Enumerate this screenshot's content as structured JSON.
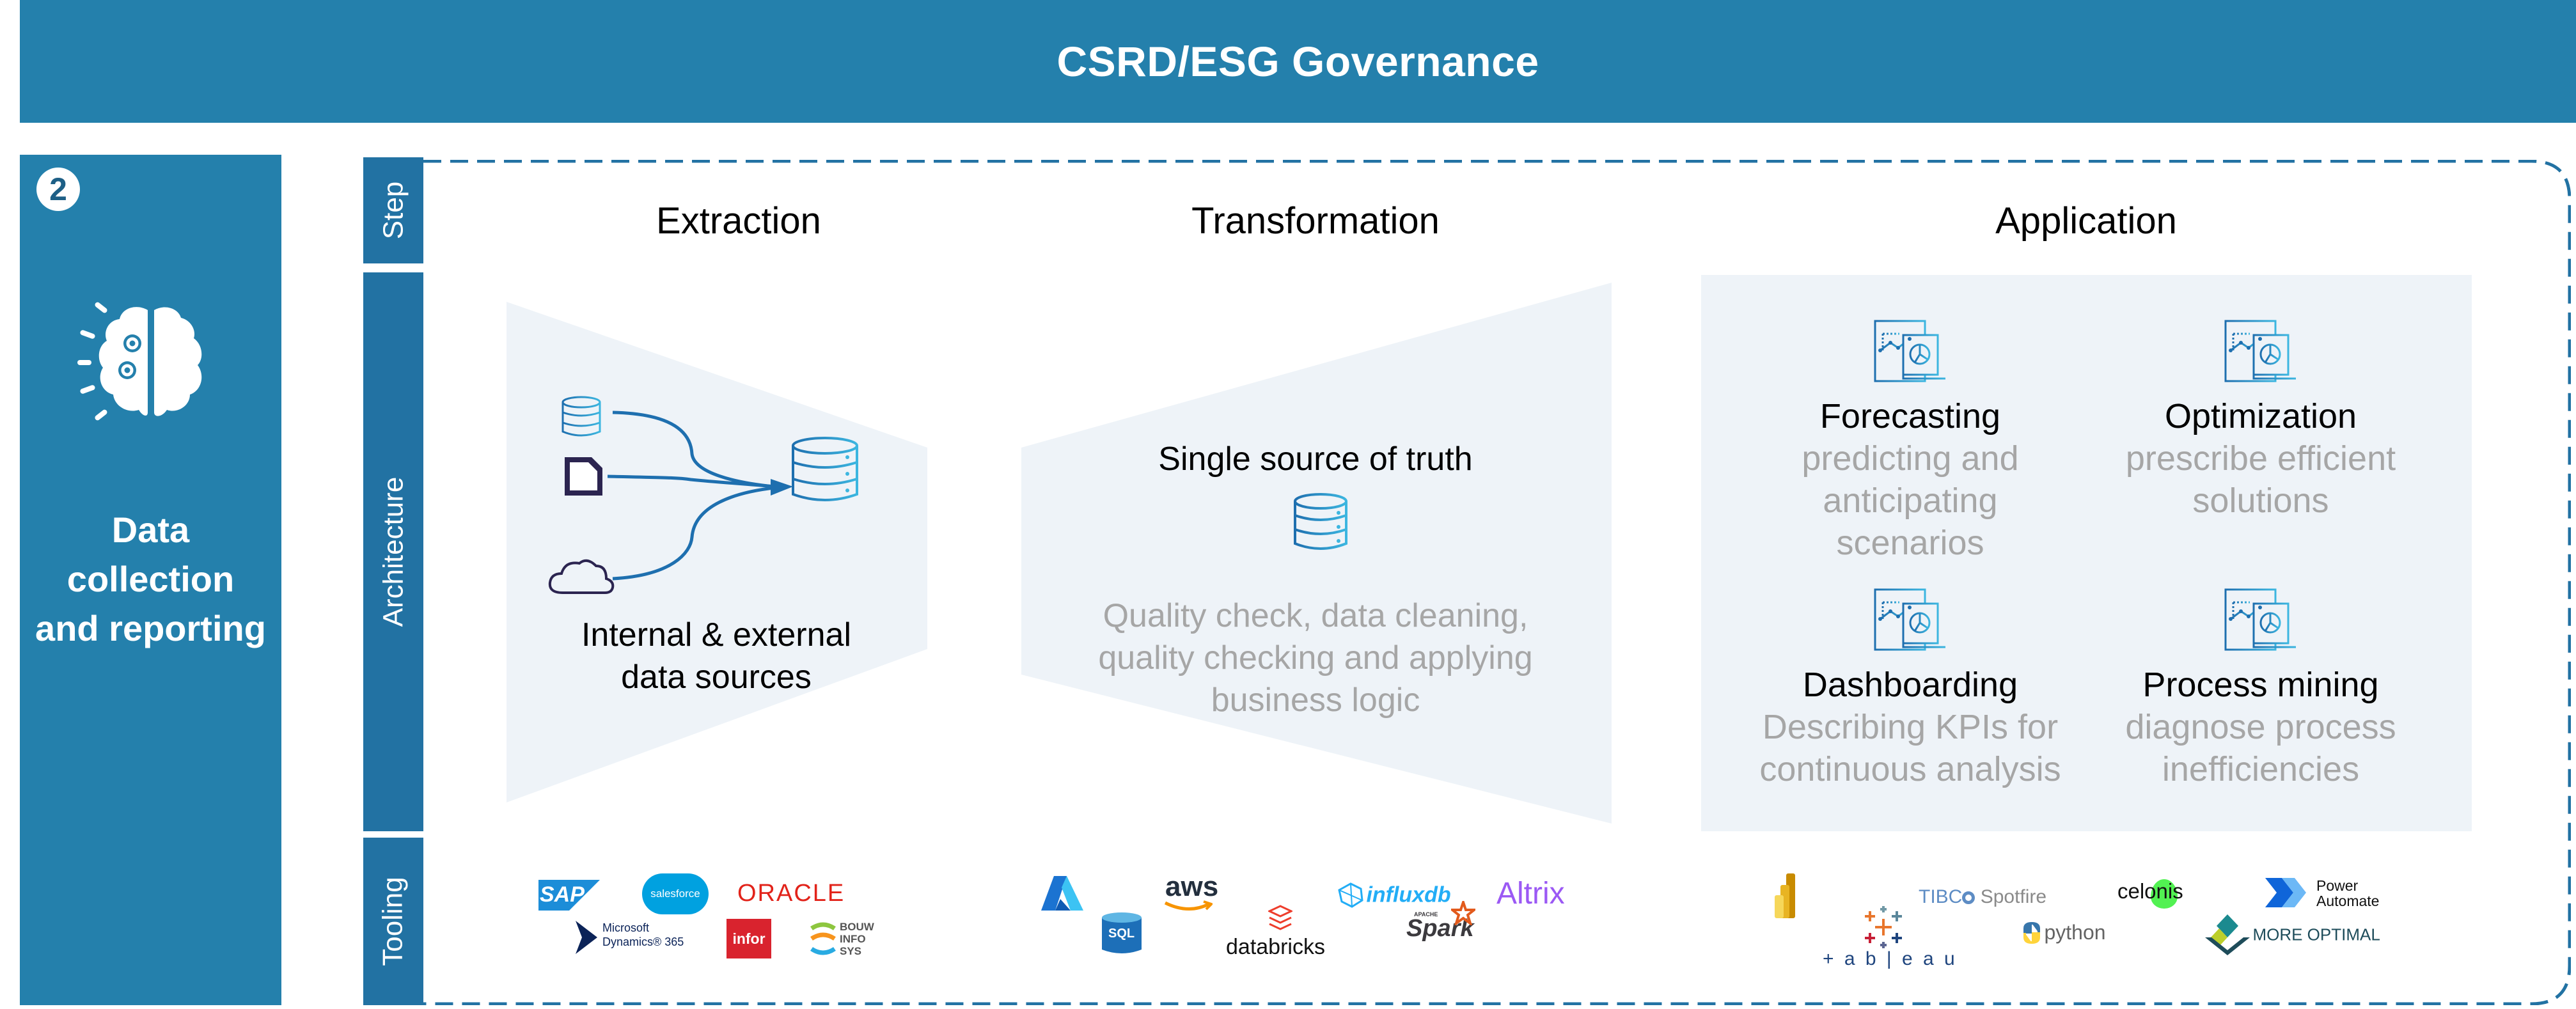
{
  "header": {
    "title": "CSRD/ESG Governance"
  },
  "left_panel": {
    "badge_number": "2",
    "icon": "brain-gears-icon",
    "title_lines": [
      "Data",
      "collection",
      "and reporting"
    ]
  },
  "row_labels": {
    "step": "Step",
    "architecture": "Architecture",
    "tooling": "Tooling"
  },
  "steps": [
    {
      "title": "Extraction",
      "architecture": {
        "icons": [
          "database-icon",
          "document-icon",
          "cloud-icon",
          "arrow-merge-icon",
          "database-icon"
        ],
        "caption_lines": [
          "Internal & external",
          "data sources"
        ]
      },
      "tools": [
        "SAP",
        "salesforce",
        "ORACLE",
        "Microsoft Dynamics 365",
        "infor",
        "BOUW INFO SYS"
      ]
    },
    {
      "title": "Transformation",
      "architecture": {
        "heading": "Single source of truth",
        "icon": "database-icon",
        "description_lines": [
          "Quality check, data cleaning,",
          "quality checking and applying",
          "business logic"
        ]
      },
      "tools": [
        "Azure",
        "SQL",
        "aws",
        "databricks",
        "influxdb",
        "Apache Spark",
        "Altrix"
      ]
    },
    {
      "title": "Application",
      "architecture": {
        "items": [
          {
            "title": "Forecasting",
            "description_lines": [
              "predicting and",
              "anticipating",
              "scenarios"
            ],
            "icon": "analytics-dashboard-icon"
          },
          {
            "title": "Optimization",
            "description_lines": [
              "prescribe efficient",
              "solutions"
            ],
            "icon": "analytics-dashboard-icon"
          },
          {
            "title": "Dashboarding",
            "description_lines": [
              "Describing KPIs for",
              "continuous analysis"
            ],
            "icon": "analytics-dashboard-icon"
          },
          {
            "title": "Process mining",
            "description_lines": [
              "diagnose process",
              "inefficiencies"
            ],
            "icon": "analytics-dashboard-icon"
          }
        ]
      },
      "tools": [
        "Power BI",
        "tableau",
        "TIBCO Spotfire",
        "python",
        "celonis",
        "Power Automate",
        "MORE OPTIMAL"
      ]
    }
  ],
  "logo_text": {
    "sap": "SAP",
    "salesforce": "salesforce",
    "oracle": "ORACLE",
    "ms_line1": "Microsoft",
    "ms_line2": "Dynamics® 365",
    "infor": "infor",
    "bouw1": "BOUW",
    "bouw2": "INFO",
    "bouw3": "SYS",
    "sql": "SQL",
    "aws": "aws",
    "databricks": "databricks",
    "influxdb": "influxdb",
    "spark_top": "APACHE",
    "spark": "Spark",
    "altrix": "Altrix",
    "tibco": "TIBC",
    "spotfire": "Spotfire",
    "tableau": "+ a b | e a u",
    "python": "python",
    "celonis": "celonis",
    "pa1": "Power",
    "pa2": "Automate",
    "more_optimal": "MORE OPTIMAL"
  },
  "colors": {
    "brand_blue": "#2480AC",
    "label_blue": "#2272A3",
    "panel_bg": "#EEF3F8",
    "muted_text": "#A6A6A6"
  }
}
